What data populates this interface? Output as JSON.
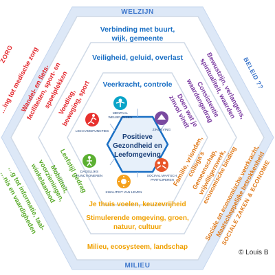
{
  "edges": {
    "top": "WELZIJN",
    "bottom": "MILIEU",
    "right_top": "BELEID ??",
    "right_bottom": "SOCIALE ZAKEN & ECONOMIE",
    "left_top": "ZORG"
  },
  "rings": {
    "outer_top": [
      "Verbinding met buurt,",
      "wijk, gemeente"
    ],
    "middle_top": "Veiligheid, geluid, overlast",
    "inner_top": "Veerkracht, controle",
    "inner_bottom": "Je thuis voelen, keuzevrijheid",
    "middle_bottom": [
      "Stimulerende omgeving, groen,",
      "natuur, cultuur"
    ],
    "outer_bottom": "Milieu, ecosysteem, landschap",
    "left_far_top": "…ing tot medische zorg",
    "left_upper_a": "Wandel- en fiets-",
    "left_upper_b": "faciliteiten, sport- en",
    "left_upper_c": "speelplekken",
    "left_inner_a": "Voeding,",
    "left_inner_b": "beweging, sport",
    "left_lower_a": "Mobiliteit,",
    "left_lower_b": "voorzieningen,",
    "left_lower_c": "winkelaanbod",
    "left_inner_low": "Leefstijl gedrag",
    "left_far_a": "…g tot informatie, taal-",
    "left_far_b": "…nis en vaardigheden",
    "right_upper_a": "Bewustzijn, verlangens,",
    "right_upper_b": "spiritualiteit, waarden",
    "right_mid_a": "Consistentie",
    "right_mid_b": "waardengedrag",
    "right_inner_a": "Doen wat je",
    "right_inner_b": "zinvol vindt",
    "right_low_inner_a": "Familie, vrienden,",
    "right_low_inner_b": "collega's",
    "right_low_mid_a": "Gemeenschap,",
    "right_low_mid_b": "vrijwilligerswerk,",
    "right_low_mid_c": "economische binding",
    "right_far_a": "Sociale en economische veerkracht,",
    "right_far_b": "Maatschappelijke betrokkenheid"
  },
  "center": {
    "lines": [
      "Positieve",
      "Gezondheid en",
      "Leefomgeving"
    ]
  },
  "dimensions": [
    {
      "id": "mentaal",
      "line1": "MENTAAL",
      "line2": "WELBEVINDEN",
      "color": "#0aa4c8"
    },
    {
      "id": "zingeving",
      "line1": "ZINGEVING",
      "line2": "",
      "color": "#7a4aa0"
    },
    {
      "id": "sociaal",
      "line1": "SOCIAAL MAATSCH.",
      "line2": "PARTICIPEREN",
      "color": "#e8562a"
    },
    {
      "id": "kwaliteit",
      "line1": "KWALITEIT VAN LEVEN",
      "line2": "",
      "color": "#f5a11c"
    },
    {
      "id": "dagelijks",
      "line1": "DAGELIJKS",
      "line2": "FUNCTIONEREN",
      "color": "#5cb032"
    },
    {
      "id": "lichaam",
      "line1": "LICHAAMSFUNCTIES",
      "line2": "",
      "color": "#e8312e"
    }
  ],
  "copyright": "© Louis B",
  "colors": {
    "blue": "#1a6fc4",
    "red": "#e3262c",
    "purple": "#7a3aa0",
    "orange": "#e07a1a",
    "green": "#5aab2b",
    "yellow": "#f0a000",
    "edge": "#5b8fd6"
  }
}
